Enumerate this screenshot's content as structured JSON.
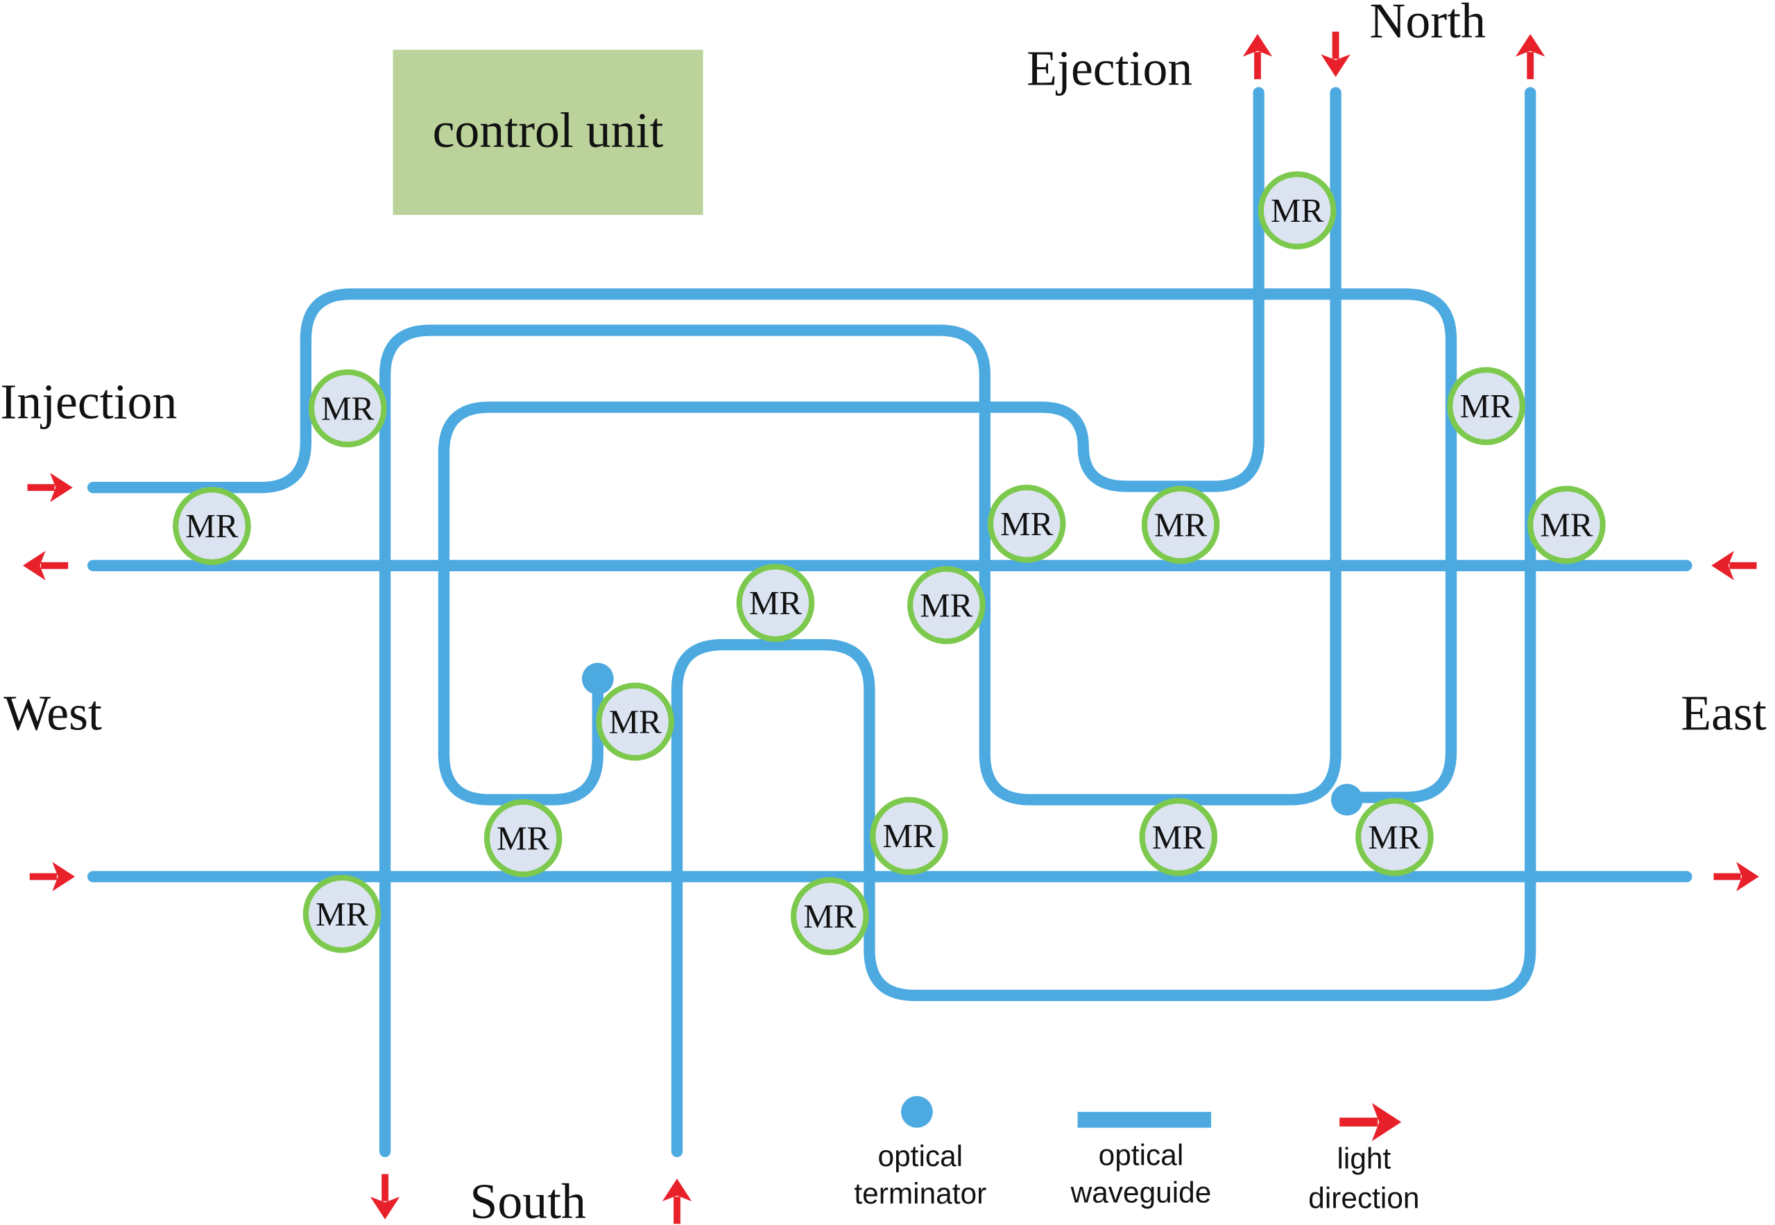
{
  "control_unit": {
    "label": "control unit",
    "fill": "#BBD39A"
  },
  "ports": {
    "injection": "Injection",
    "ejection": "Ejection",
    "north": "North",
    "south": "South",
    "east": "East",
    "west": "West"
  },
  "mr_label": "MR",
  "legend": {
    "terminator": {
      "line1": "optical",
      "line2": "terminator"
    },
    "waveguide": {
      "line1": "optical",
      "line2": "waveguide"
    },
    "direction": {
      "line1": "light",
      "line2": "direction"
    }
  },
  "colors": {
    "waveguide": "#4DAAE0",
    "microring_stroke": "#7DC94E",
    "microring_fill": "#DCE4F2",
    "arrow": "#E8202A"
  }
}
